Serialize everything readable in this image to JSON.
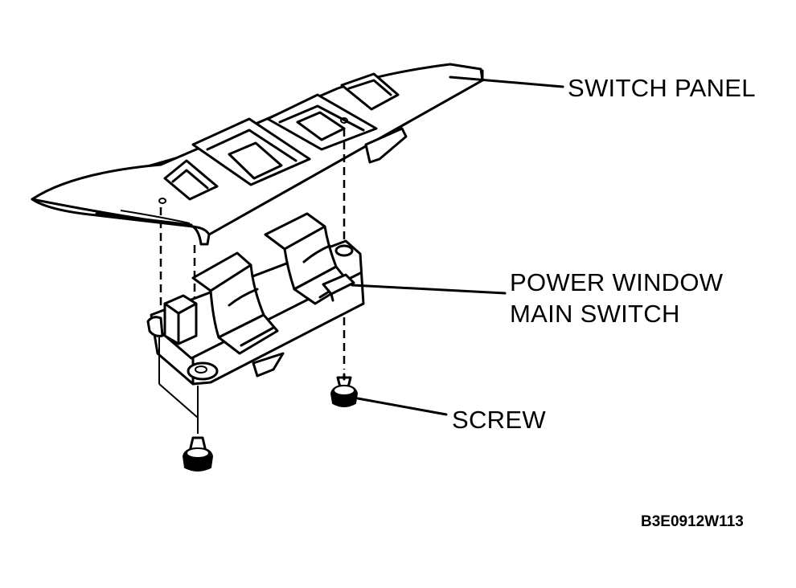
{
  "labels": {
    "switch_panel": "SWITCH PANEL",
    "main_switch_line1": "POWER WINDOW",
    "main_switch_line2": "MAIN SWITCH",
    "screw": "SCREW"
  },
  "figure_code": "B3E0912W113",
  "colors": {
    "ink": "#000000",
    "paper": "#ffffff"
  }
}
